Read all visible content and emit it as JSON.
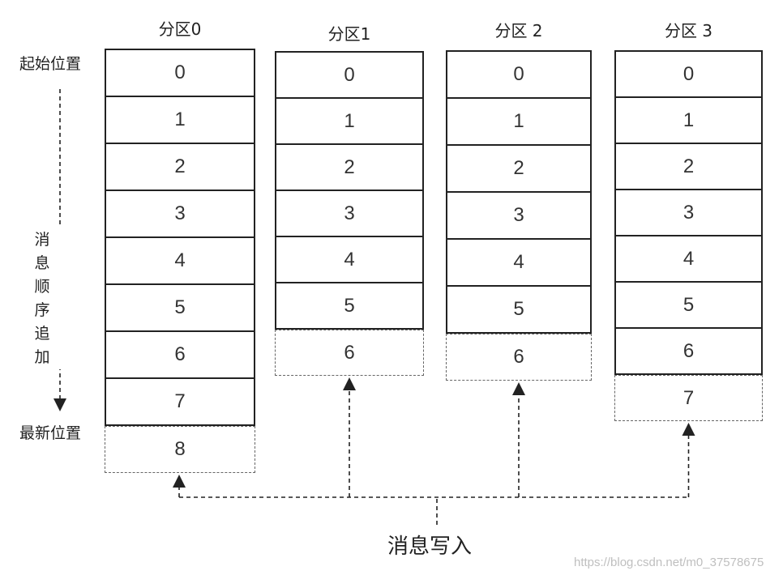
{
  "partitions": [
    {
      "label": "分区0",
      "committed": [
        "0",
        "1",
        "2",
        "3",
        "4",
        "5",
        "6",
        "7"
      ],
      "next": "8"
    },
    {
      "label": "分区1",
      "committed": [
        "0",
        "1",
        "2",
        "3",
        "4",
        "5"
      ],
      "next": "6"
    },
    {
      "label": "分区 2",
      "committed": [
        "0",
        "1",
        "2",
        "3",
        "4",
        "5"
      ],
      "next": "6"
    },
    {
      "label": "分区 3",
      "committed": [
        "0",
        "1",
        "2",
        "3",
        "4",
        "5",
        "6"
      ],
      "next": "7"
    }
  ],
  "side_labels": {
    "start": "起始位置",
    "latest": "最新位置",
    "direction": [
      "消",
      "息",
      "顺",
      "序",
      "追",
      "加"
    ]
  },
  "bottom_label": "消息写入",
  "watermark": "https://blog.csdn.net/m0_37578675"
}
